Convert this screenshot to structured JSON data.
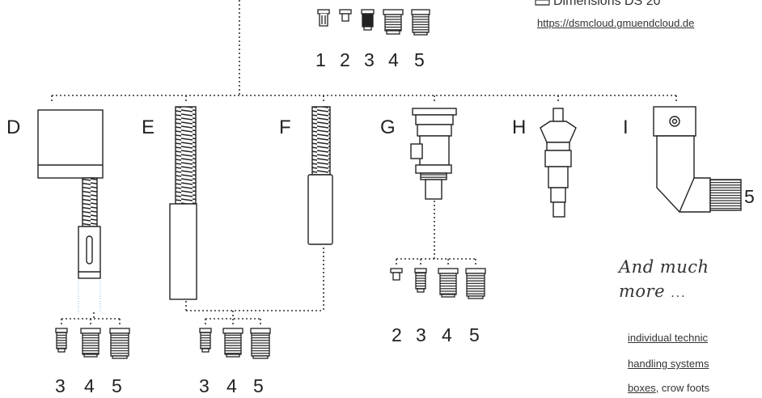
{
  "header": {
    "dimensions_label": "Dimensions DS 20",
    "dimensions_icon": "ruler-icon",
    "url_text": "https://dsmcloud.gmuendcloud.de"
  },
  "top_row_numbers": [
    "1",
    "2",
    "3",
    "4",
    "5"
  ],
  "variants": [
    {
      "letter": "D"
    },
    {
      "letter": "E"
    },
    {
      "letter": "F"
    },
    {
      "letter": "G"
    },
    {
      "letter": "H"
    },
    {
      "letter": "I"
    }
  ],
  "group_d_numbers": [
    "3",
    "4",
    "5"
  ],
  "group_ef_numbers": [
    "3",
    "4",
    "5"
  ],
  "group_g_numbers": [
    "2",
    "3",
    "4",
    "5"
  ],
  "variant_i_number": "5",
  "more": {
    "line1": "And much",
    "line2": "more",
    "ellipsis": "...",
    "link1": "individual technic",
    "link2": "handling systems",
    "link3": "boxes",
    "tail3": ", crow foots"
  }
}
